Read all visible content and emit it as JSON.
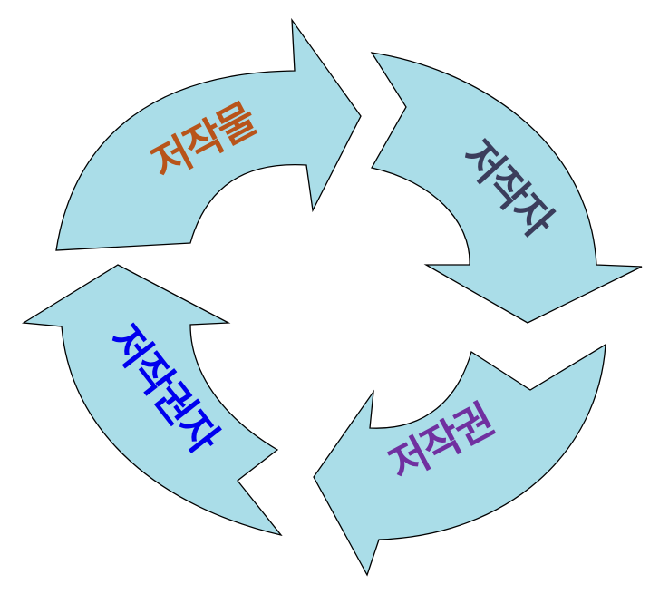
{
  "fill_color": "#aadde8",
  "arrows": [
    {
      "label": "저작물",
      "color": "#b8541a"
    },
    {
      "label": "저작자",
      "color": "#3b3d5c"
    },
    {
      "label": "저작권",
      "color": "#7030a0"
    },
    {
      "label": "저작권자",
      "color": "#0000ee"
    }
  ]
}
